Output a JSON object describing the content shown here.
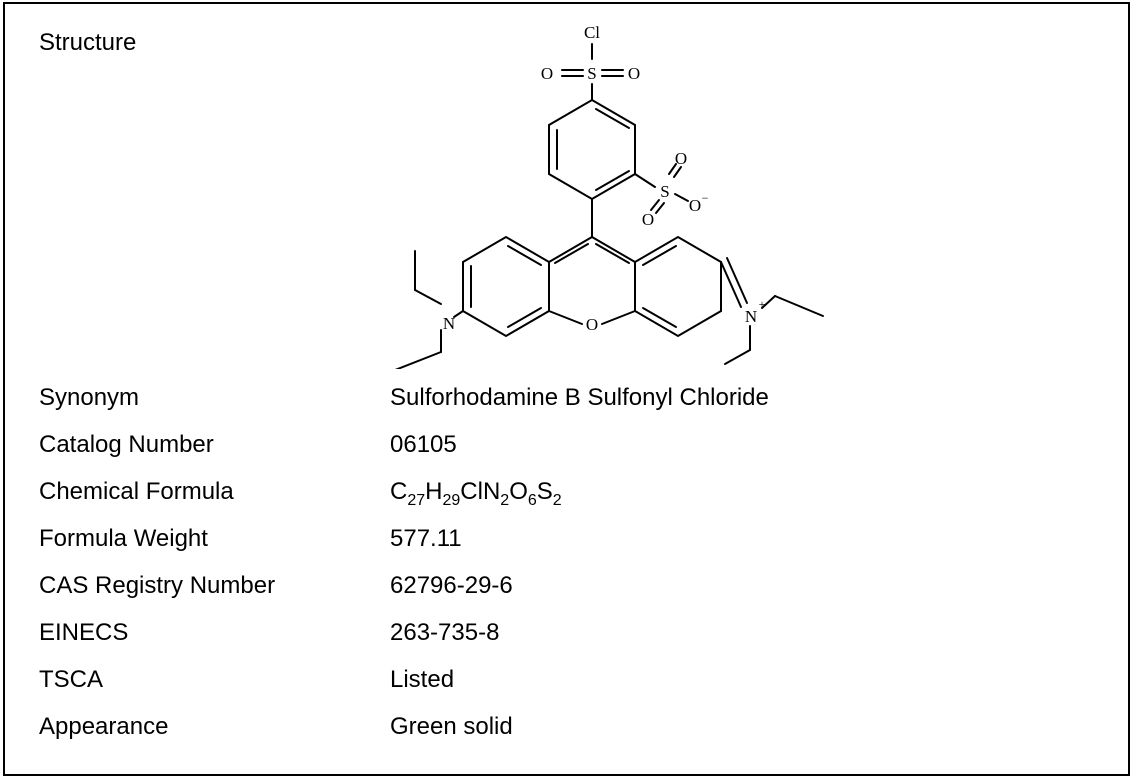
{
  "structure": {
    "label": "Structure",
    "atoms": {
      "cl": "Cl",
      "s_top": "S",
      "o_top_left": "O",
      "o_top_right": "O",
      "s_side": "S",
      "o_side_top": "O",
      "o_side_bottom": "O",
      "o_side_minus": "O",
      "minus": "−",
      "n_left": "N",
      "o_ring": "O",
      "n_right": "N",
      "plus": "+"
    }
  },
  "rows": [
    {
      "label": "Synonym",
      "value": "Sulforhodamine B Sulfonyl Chloride"
    },
    {
      "label": "Catalog Number",
      "value": "06105"
    },
    {
      "label": "Chemical Formula",
      "formula": [
        {
          "t": "C"
        },
        {
          "s": "27"
        },
        {
          "t": "H"
        },
        {
          "s": "29"
        },
        {
          "t": "ClN"
        },
        {
          "s": "2"
        },
        {
          "t": "O"
        },
        {
          "s": "6"
        },
        {
          "t": "S"
        },
        {
          "s": "2"
        }
      ]
    },
    {
      "label": "Formula Weight",
      "value": "577.11"
    },
    {
      "label": "CAS Registry Number",
      "value": "62796-29-6"
    },
    {
      "label": "EINECS",
      "value": "263-735-8"
    },
    {
      "label": "TSCA",
      "value": "Listed"
    },
    {
      "label": "Appearance",
      "value": "Green solid"
    }
  ]
}
